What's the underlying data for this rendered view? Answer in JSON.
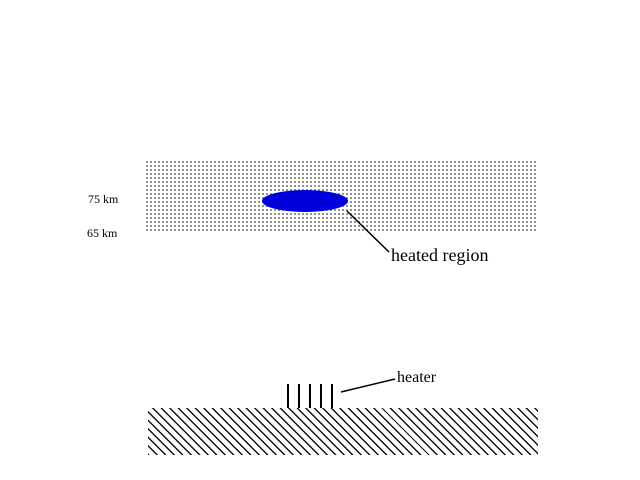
{
  "diagram": {
    "altitude_labels": [
      {
        "text": "75 km"
      },
      {
        "text": "65 km"
      }
    ],
    "heated_region_label": "heated region",
    "heater_label": "heater",
    "colors": {
      "heated_region_fill": "#0000dd",
      "stipple_dot": "#6b6b6b",
      "ground_hatch": "#111111",
      "background": "#ffffff"
    }
  }
}
